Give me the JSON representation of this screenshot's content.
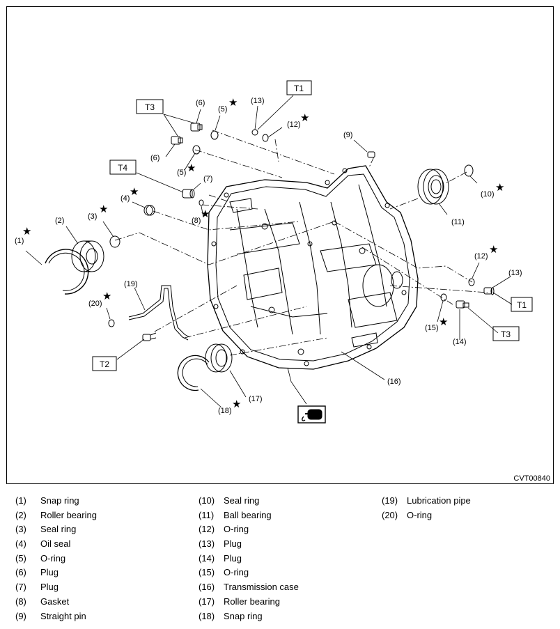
{
  "diagram_code": "CVT00840",
  "torque_boxes": [
    "T1",
    "T2",
    "T3",
    "T4"
  ],
  "part_labels": {
    "p1": "(1)",
    "p2": "(2)",
    "p3": "(3)",
    "p4": "(4)",
    "p5": "(5)",
    "p6": "(6)",
    "p7": "(7)",
    "p8": "(8)",
    "p9": "(9)",
    "p10": "(10)",
    "p11": "(11)",
    "p12": "(12)",
    "p13": "(13)",
    "p14": "(14)",
    "p15": "(15)",
    "p16": "(16)",
    "p17": "(17)",
    "p18": "(18)",
    "p19": "(19)",
    "p20": "(20)"
  },
  "star_symbol": "★",
  "legend": [
    [
      {
        "num": "(1)",
        "name": "Snap ring"
      },
      {
        "num": "(2)",
        "name": "Roller bearing"
      },
      {
        "num": "(3)",
        "name": "Seal ring"
      },
      {
        "num": "(4)",
        "name": "Oil seal"
      },
      {
        "num": "(5)",
        "name": "O-ring"
      },
      {
        "num": "(6)",
        "name": "Plug"
      },
      {
        "num": "(7)",
        "name": "Plug"
      },
      {
        "num": "(8)",
        "name": "Gasket"
      },
      {
        "num": "(9)",
        "name": "Straight pin"
      }
    ],
    [
      {
        "num": "(10)",
        "name": "Seal ring"
      },
      {
        "num": "(11)",
        "name": "Ball bearing"
      },
      {
        "num": "(12)",
        "name": "O-ring"
      },
      {
        "num": "(13)",
        "name": "Plug"
      },
      {
        "num": "(14)",
        "name": "Plug"
      },
      {
        "num": "(15)",
        "name": "O-ring"
      },
      {
        "num": "(16)",
        "name": "Transmission case"
      },
      {
        "num": "(17)",
        "name": "Roller bearing"
      },
      {
        "num": "(18)",
        "name": "Snap ring"
      }
    ],
    [
      {
        "num": "(19)",
        "name": "Lubrication pipe"
      },
      {
        "num": "(20)",
        "name": "O-ring"
      }
    ]
  ]
}
